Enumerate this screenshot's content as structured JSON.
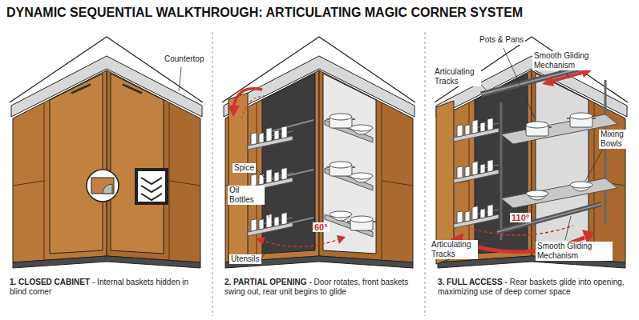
{
  "diagram": {
    "title": "DYNAMIC SEQUENTIAL WALKTHROUGH: ARTICULATING MAGIC CORNER SYSTEM",
    "labels": [
      "Countertop",
      "Spice",
      "Oil Bottles",
      "Utensils",
      "60°",
      "Pots & Pans",
      "Articulating Tracks",
      "Smooth Gliding Mechanism",
      "Mixing Bowls",
      "110°",
      "Articulating Tracks",
      "Smooth Gliding Mechanism",
      "1. CLOSED CABINET",
      "- Internal baskets hidden in blind corner",
      "2. PARTIAL OPENING",
      "- Door rotates, front baskets swing out, rear unit begins to glide",
      "3. FULL ACCESS",
      "- Rear baskets glide into opening, maximizing use of deep corner space"
    ]
  }
}
